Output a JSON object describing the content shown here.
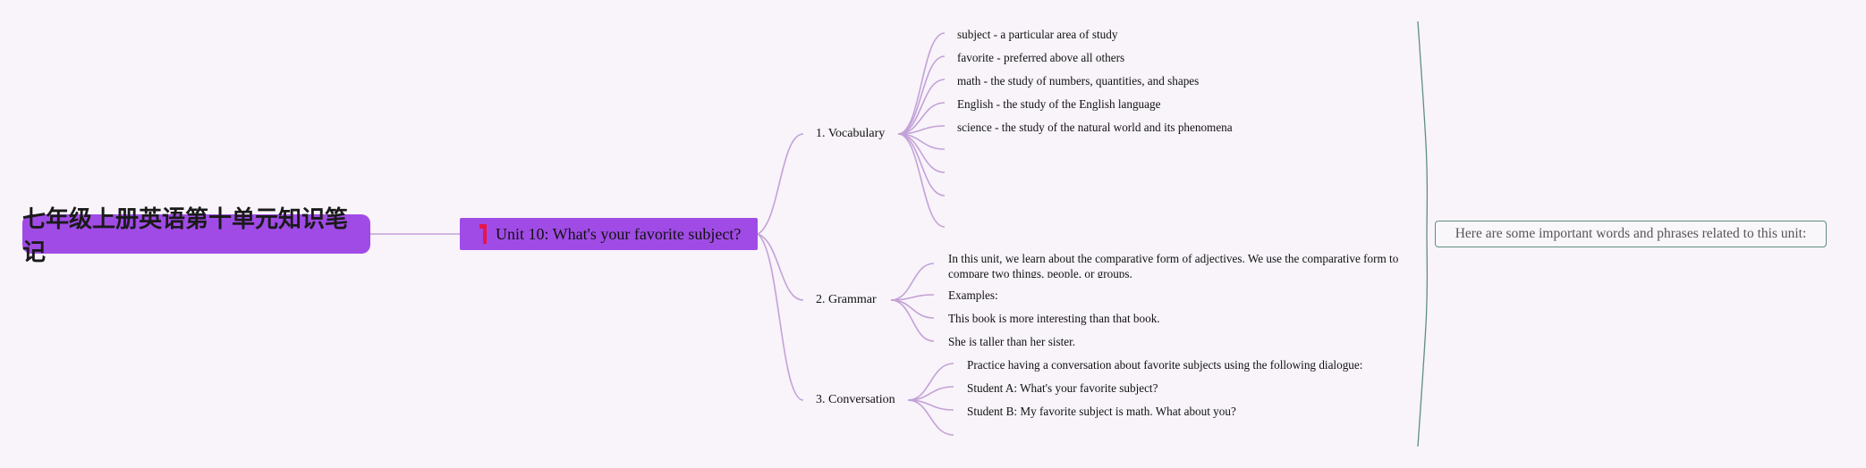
{
  "root": {
    "title": "七年级上册英语第十单元知识笔记"
  },
  "unit": {
    "title": "Unit 10: What's your favorite subject?"
  },
  "sections": [
    {
      "title": "1. Vocabulary",
      "items": [
        "subject - a particular area of study",
        "favorite - preferred above all others",
        "math - the study of numbers, quantities, and shapes",
        "English - the study of the English language",
        "science - the study of the natural world and its phenomena"
      ]
    },
    {
      "title": "2. Grammar",
      "items": [
        "In this unit, we learn about the comparative form of adjectives. We use the comparative form to compare two things, people, or groups.",
        "Examples:",
        "This book is more interesting than that book.",
        "She is taller than her sister."
      ]
    },
    {
      "title": "3. Conversation",
      "items": [
        "Practice having a conversation about favorite subjects using the following dialogue:",
        "Student A: What's your favorite subject?",
        "Student B: My favorite subject is math. What about you?"
      ]
    }
  ],
  "callout": {
    "text": "Here are some important words and phrases related to this unit:"
  },
  "colors": {
    "node": "#a14be6",
    "branch": "#c3a2d8",
    "bracket": "#5e8f7e",
    "flag": "#e8154a"
  }
}
